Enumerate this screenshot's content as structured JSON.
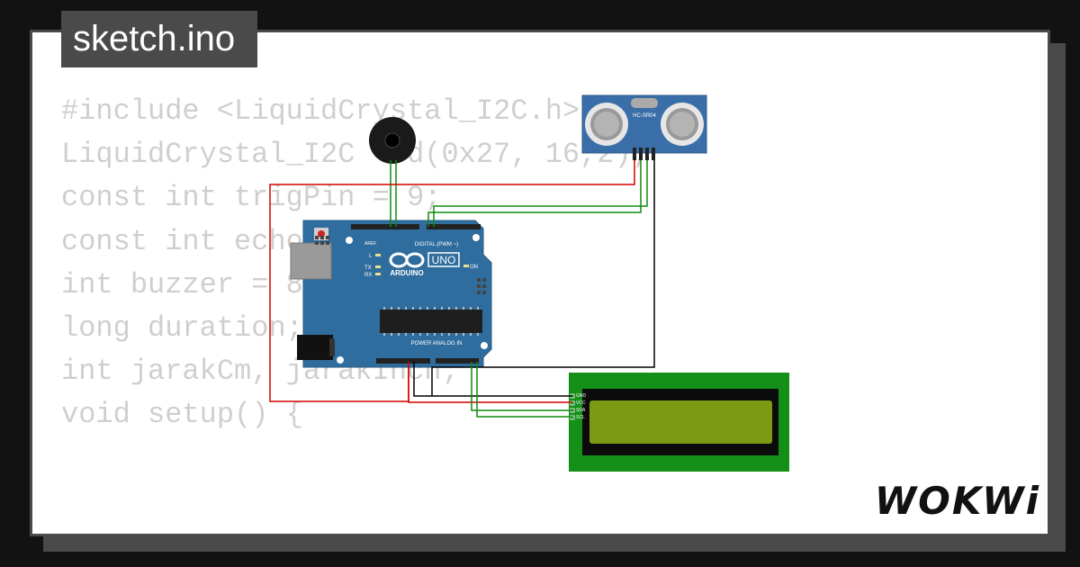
{
  "tab": {
    "filename": "sketch.ino"
  },
  "code": {
    "lines": [
      "#include <LiquidCrystal_I2C.h>",
      "LiquidCrystal_I2C lcd(0x27, 16,2);",
      "",
      "const int trigPin = 9;",
      "const int echoPin = 10;",
      "int buzzer = 8;",
      "",
      "long duration;",
      "int jarakCm, jarakInch;",
      "",
      "void setup() {"
    ]
  },
  "board": {
    "brand": "ARDUINO",
    "model": "UNO",
    "digital_label": "DIGITAL (PWM ~)",
    "analog_label": "ANALOG IN",
    "power_label": "POWER",
    "aref_label": "AREF",
    "on_label": "ON",
    "l_label": "L",
    "tx_label": "TX",
    "rx_label": "RX"
  },
  "sensor": {
    "model": "HC-SR04"
  },
  "lcd": {
    "pins": [
      "GND",
      "VCC",
      "SDA",
      "SCL"
    ]
  },
  "brand": {
    "logo": "WOKWi"
  },
  "colors": {
    "frame": "#4a4a4a",
    "code_text": "#cfcfcf",
    "board_blue": "#2f6d9e",
    "lcd_green": "#149018",
    "lcd_screen": "#7c9a14",
    "wire_red": "#d40000",
    "wire_green": "#108a10",
    "wire_black": "#000000"
  }
}
